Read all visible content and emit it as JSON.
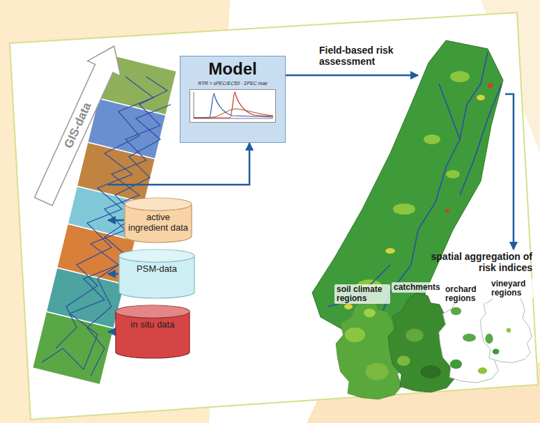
{
  "diagram": {
    "nodes": [
      {
        "text": [
          "GIS-data"
        ]
      },
      {
        "text": [
          "Model",
          "RTR = sPEC/EC50 · ΣPEC max"
        ]
      },
      {
        "text": [
          "active ingredient data"
        ]
      },
      {
        "text": [
          "PSM-data"
        ]
      },
      {
        "text": [
          "in situ data"
        ]
      },
      {
        "text": [
          "Field-based risk assessment"
        ]
      },
      {
        "text": [
          "spatial aggregation of risk indices"
        ]
      },
      {
        "text": [
          "soil climate regions"
        ],
        "in": 6
      },
      {
        "text": [
          "catchments"
        ],
        "in": 6
      },
      {
        "text": [
          "orchard regions"
        ],
        "in": 6
      },
      {
        "text": [
          "vineyard regions"
        ],
        "in": 6
      }
    ],
    "edges": [
      {
        "from": 2,
        "to": 0,
        "arrow": "to"
      },
      {
        "from": 3,
        "to": 0,
        "arrow": "to"
      },
      {
        "from": 4,
        "to": 0,
        "arrow": "to"
      },
      {
        "from": 0,
        "to": 1,
        "arrow": "to"
      },
      {
        "from": 1,
        "to": 5,
        "arrow": "to"
      },
      {
        "from": 5,
        "to": 6,
        "arrow": "to"
      }
    ]
  }
}
